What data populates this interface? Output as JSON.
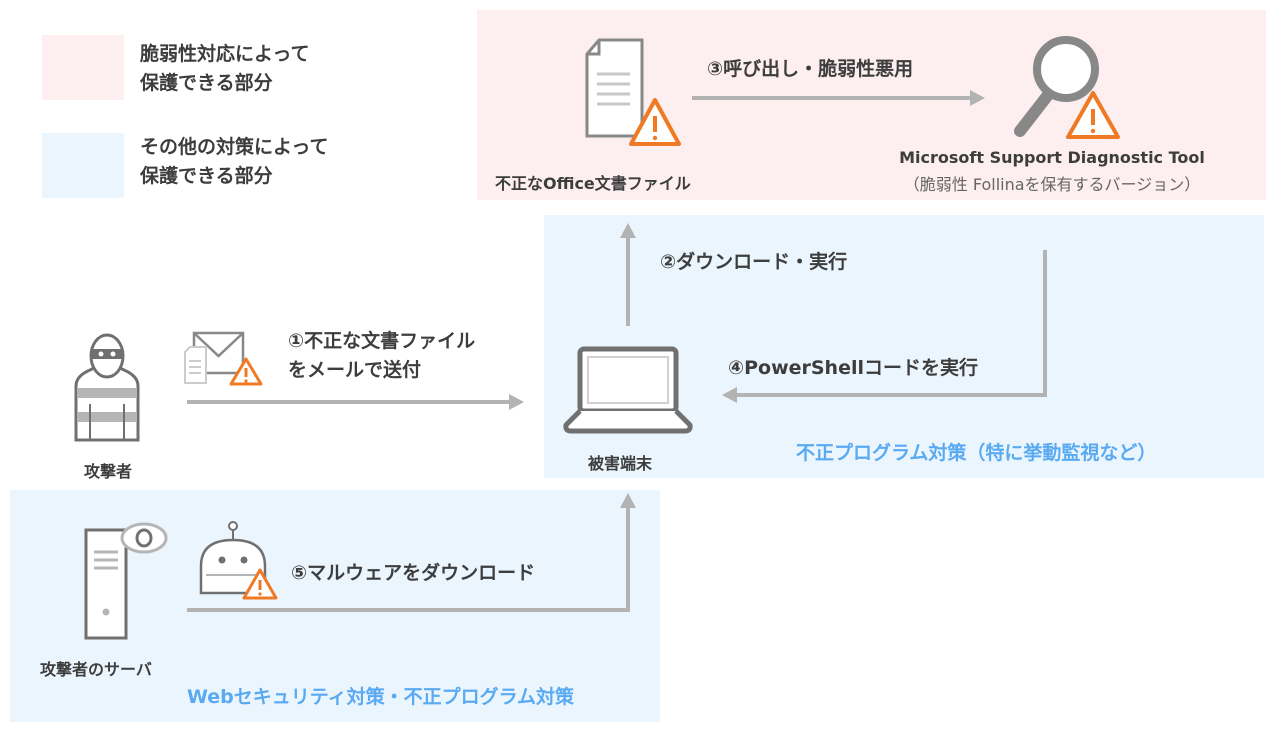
{
  "legend": {
    "vuln_fix": "脆弱性対応によって\n保護できる部分",
    "vuln_fix_lines": [
      "脆弱性対応によって",
      "保護できる部分"
    ],
    "other_lines": [
      "その他の対策によって",
      "保護できる部分"
    ],
    "vuln_color": "#fdeef0",
    "other_color": "#eaf5fe"
  },
  "nodes": {
    "attacker": "攻撃者",
    "victim": "被害端末",
    "office_doc": "不正なOffice文書ファイル",
    "msdt_title": "Microsoft Support Diagnostic Tool",
    "msdt_sub": "（脆弱性 Follinaを保有するバージョン）",
    "server": "攻撃者のサーバ"
  },
  "steps": {
    "s1_lines": [
      "①不正な文書ファイル",
      "をメールで送付"
    ],
    "s2": "②ダウンロード・実行",
    "s3": "③呼び出し・脆弱性悪用",
    "s4": "④PowerShellコードを実行",
    "s5": "⑤マルウェアをダウンロード"
  },
  "regions": {
    "endpoint": "不正プログラム対策（特に挙動監視など）",
    "web": "Webセキュリティ対策・不正プログラム対策"
  },
  "colors": {
    "warning": "#f07a24",
    "arrow": "#b3b3b3",
    "icon": "#707070",
    "accent_text": "#5aaaf2"
  }
}
